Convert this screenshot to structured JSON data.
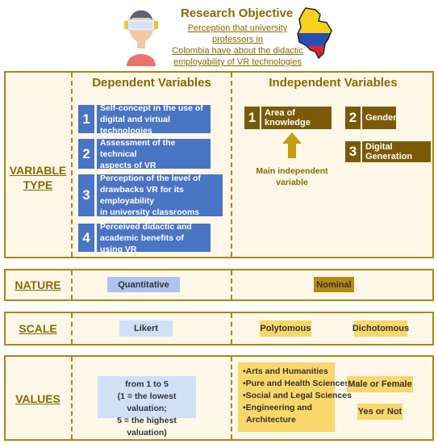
{
  "header": {
    "title": "Research Objective",
    "subtitle_lines": [
      "Perception that university professors in",
      "Colombia have about the didactic",
      "employability of VR technologies"
    ]
  },
  "variable_type": {
    "label_lines": [
      "VARIABLE",
      "TYPE"
    ],
    "dependent_title": "Dependent Variables",
    "independent_title": "Independent Variables",
    "dependent": [
      {
        "num": "1",
        "lines": [
          "Self-concept in the use of",
          "digital and virtual technologies"
        ]
      },
      {
        "num": "2",
        "lines": [
          "Assessment of the technical",
          "aspects of VR"
        ]
      },
      {
        "num": "3",
        "lines": [
          "Perception of the level of",
          "drawbacks VR for its employability",
          "in university classrooms"
        ]
      },
      {
        "num": "4",
        "lines": [
          "Perceived didactic and",
          "academic benefits of using VR"
        ]
      }
    ],
    "independent": [
      {
        "num": "1",
        "label": "Area of knowledge"
      },
      {
        "num": "2",
        "label": "Gender"
      },
      {
        "num": "3",
        "label": "Digital Generation"
      }
    ],
    "main_independent_lines": [
      "Main independent",
      "variable"
    ]
  },
  "nature": {
    "label": "NATURE",
    "dependent": "Quantitative",
    "independent": "Nominal"
  },
  "scale": {
    "label": "SCALE",
    "dependent": "Likert",
    "independent_1": "Polytomous",
    "independent_2": "Dichotomous"
  },
  "values": {
    "label": "VALUES",
    "dependent_lines": [
      "from 1 to 5",
      "(1 = the lowest valuation;",
      "5 = the highest valuation)"
    ],
    "areas": [
      "•Arts and Humanities",
      "•Pure and Health Sciences",
      "•Social and Legal Sciences",
      "•Engineering and",
      "Architecture"
    ],
    "gender": "Male or Female",
    "digital": "Yes or Not"
  },
  "colors": {
    "accent": "#8a6a00",
    "panel_border": "#b0831b",
    "panel_bg": "#fff7e8",
    "dependent_blue": "#4a74c4",
    "independent_brown": "#7b5a07",
    "yellow": "#fbd66a"
  },
  "icons": [
    "vr-headset-person-icon",
    "colombia-map-icon",
    "up-arrow-icon"
  ]
}
